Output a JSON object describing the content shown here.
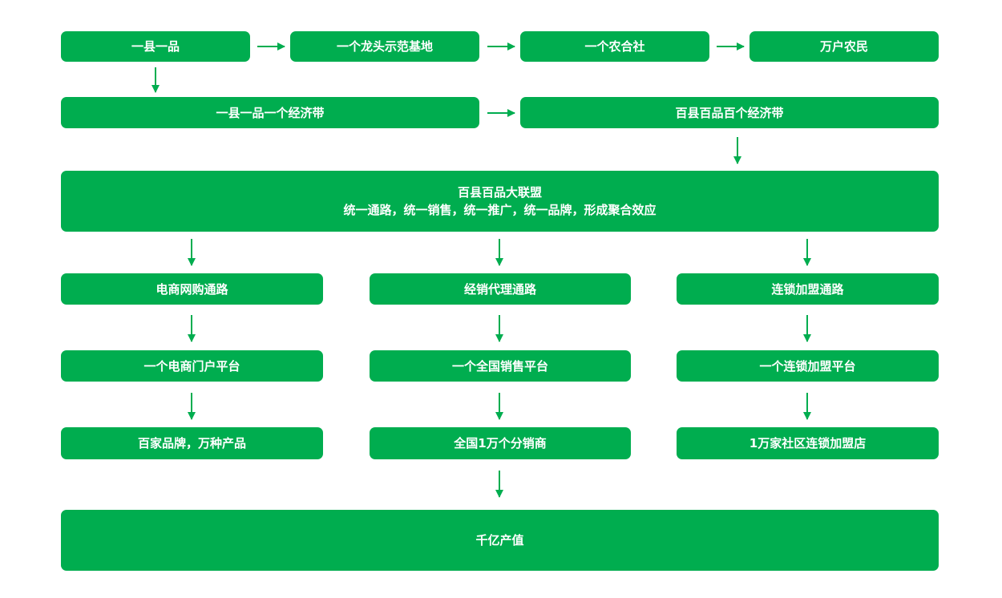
{
  "colors": {
    "box_fill": "#00ad4f",
    "box_text": "#ffffff",
    "arrow": "#00ad4f",
    "background": "#ffffff"
  },
  "row1": {
    "county_product": "一县一品",
    "leading_base": "一个龙头示范基地",
    "cooperative": "一个农合社",
    "farmers": "万户农民"
  },
  "row2": {
    "county_belt": "一县一品一个经济带",
    "hundred_belts": "百县百品百个经济带"
  },
  "alliance": {
    "title": "百县百品大联盟",
    "subtitle": "统一通路，统一销售，统一推广，统一品牌，形成聚合效应"
  },
  "channels": {
    "ecommerce": {
      "channel": "电商网购通路",
      "platform": "一个电商门户平台",
      "result": "百家品牌，万种产品"
    },
    "distribution": {
      "channel": "经销代理通路",
      "platform": "一个全国销售平台",
      "result": "全国1万个分销商"
    },
    "franchise": {
      "channel": "连锁加盟通路",
      "platform": "一个连锁加盟平台",
      "result": "1万家社区连锁加盟店"
    }
  },
  "final": {
    "output_value": "千亿产值"
  }
}
